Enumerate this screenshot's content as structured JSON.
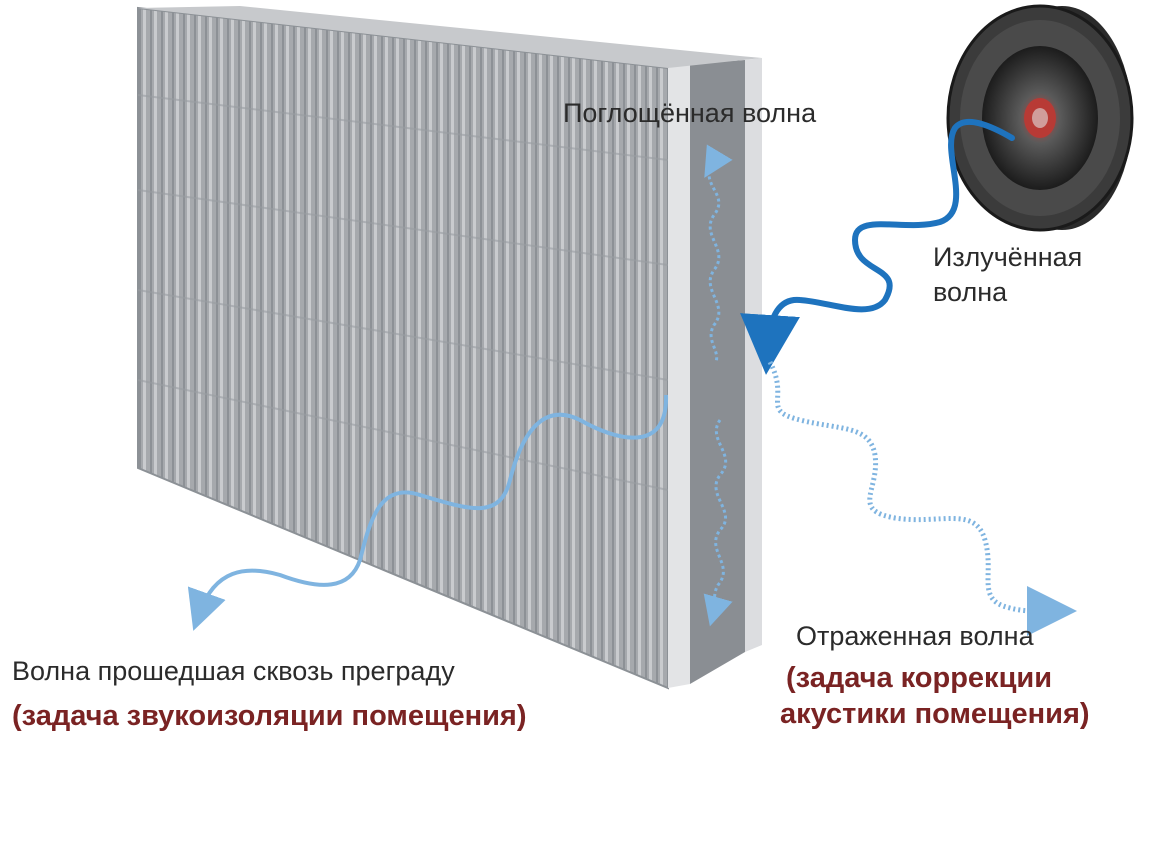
{
  "labels": {
    "absorbed": "Поглощённая волна",
    "emitted_line1": "Излучённая",
    "emitted_line2": "волна",
    "reflected": "Отраженная волна",
    "reflected_task_line1": "(задача коррекции",
    "reflected_task_line2": "акустики помещения)",
    "transmitted": "Волна прошедшая сквозь преграду",
    "transmitted_task": "(задача звукоизоляции помещения)"
  },
  "colors": {
    "emitted_wave": "#1e73be",
    "other_waves": "#7fb4e0",
    "task_text": "#7a2323",
    "panel_face": "#a9acaf",
    "panel_edge": "#8c9196"
  },
  "icons": [
    "acoustic-panel",
    "loudspeaker"
  ]
}
